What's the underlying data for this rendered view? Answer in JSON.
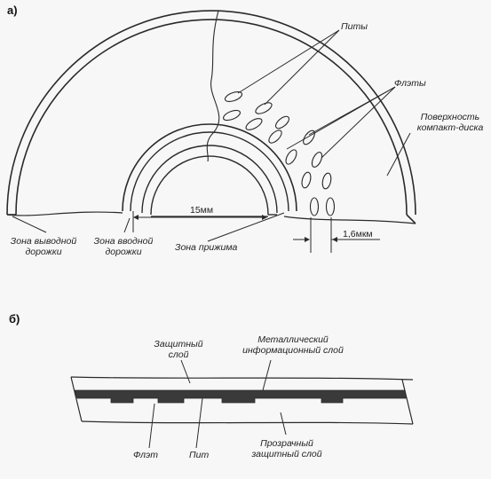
{
  "part_a": {
    "label": "а)",
    "pits_label": "Питы",
    "flats_label": "Флэты",
    "surface_label": [
      "Поверхность",
      "компакт-диска"
    ],
    "lead_out_label": [
      "Зона выводной",
      "дорожки"
    ],
    "lead_in_label": [
      "Зона вводной",
      "дорожки"
    ],
    "clamp_label": "Зона прижима",
    "dim_15": "15мм",
    "dim_16": "1,6мкм"
  },
  "part_b": {
    "label": "б)",
    "protective_label": [
      "Защитный",
      "слой"
    ],
    "metal_label": [
      "Металлический",
      "информационный слой"
    ],
    "flat_label": "Флэт",
    "pit_label": "Пит",
    "transparent_label": [
      "Прозрачный",
      "защитный слой"
    ]
  }
}
